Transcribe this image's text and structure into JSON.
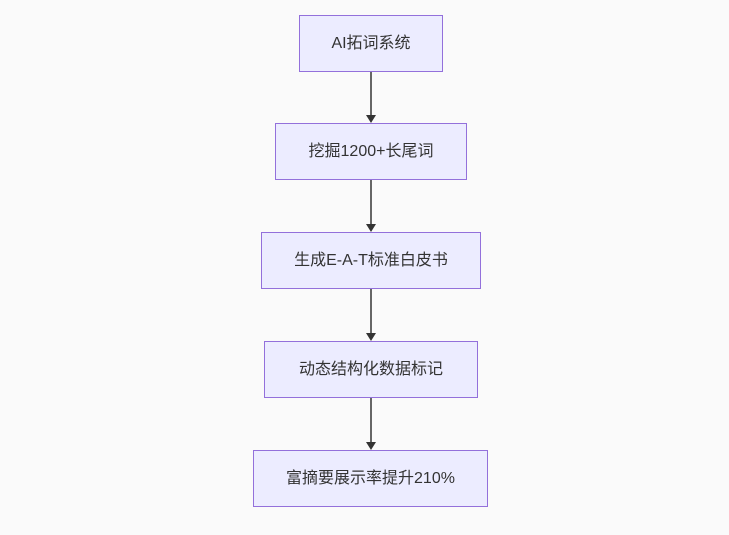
{
  "diagram": {
    "type": "flowchart",
    "direction": "top-down",
    "nodes": [
      {
        "id": "n1",
        "label": "AI拓词系统"
      },
      {
        "id": "n2",
        "label": "挖掘1200+长尾词"
      },
      {
        "id": "n3",
        "label": "生成E-A-T标准白皮书"
      },
      {
        "id": "n4",
        "label": "动态结构化数据标记"
      },
      {
        "id": "n5",
        "label": "富摘要展示率提升210%"
      }
    ],
    "edges": [
      {
        "from": "n1",
        "to": "n2"
      },
      {
        "from": "n2",
        "to": "n3"
      },
      {
        "from": "n3",
        "to": "n4"
      },
      {
        "from": "n4",
        "to": "n5"
      }
    ],
    "colors": {
      "node_fill": "#ECECFF",
      "node_border": "#9370DB",
      "text": "#333333",
      "arrow_line": "#666666",
      "arrow_head": "#333333",
      "background": "#fafafa"
    }
  }
}
